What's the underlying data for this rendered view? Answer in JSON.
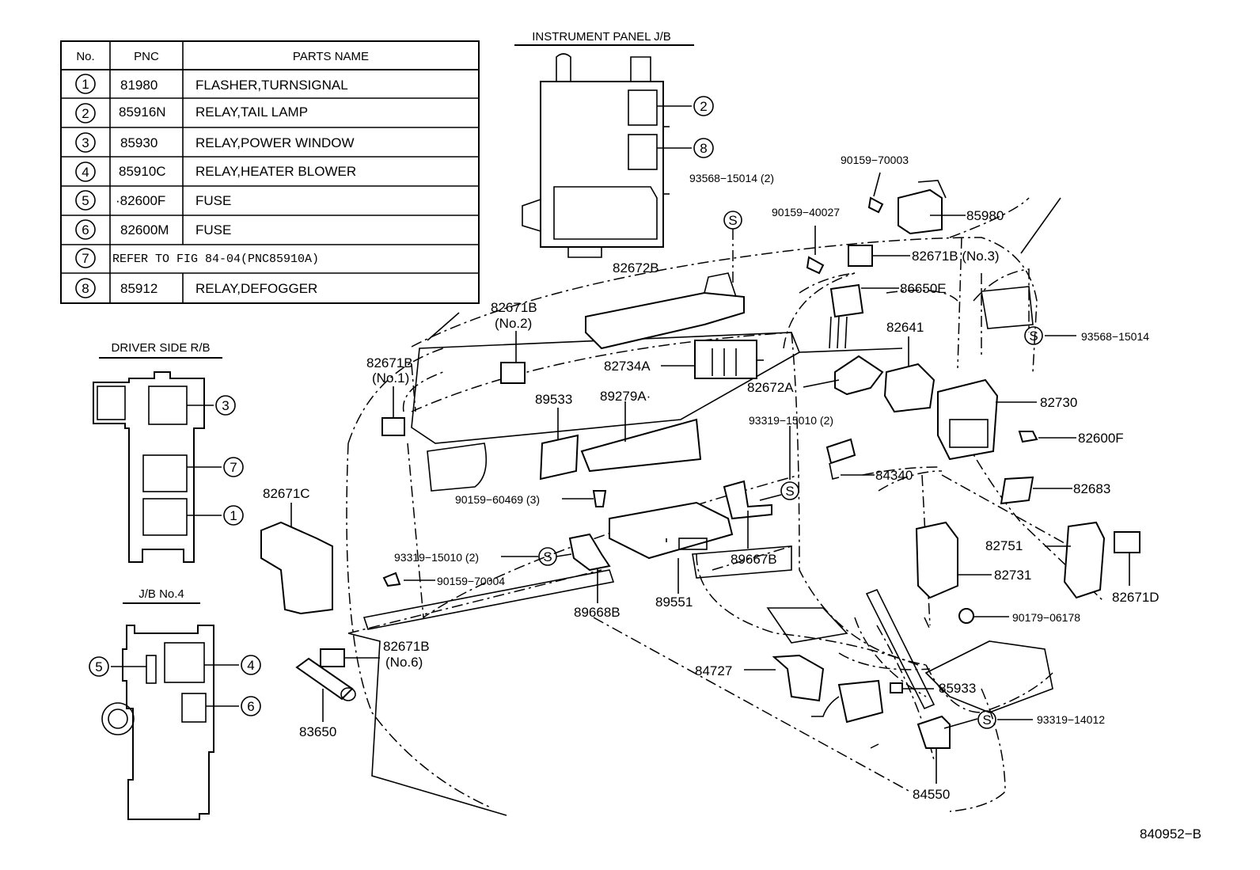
{
  "table": {
    "headers": [
      "No.",
      "PNC",
      "PARTS NAME"
    ],
    "rows": [
      {
        "no": "1",
        "pnc": "81980",
        "name": "FLASHER,TURNSIGNAL"
      },
      {
        "no": "2",
        "pnc": "85916N",
        "name": "RELAY,TAIL LAMP"
      },
      {
        "no": "3",
        "pnc": "85930",
        "name": "RELAY,POWER WINDOW"
      },
      {
        "no": "4",
        "pnc": "85910C",
        "name": "RELAY,HEATER BLOWER"
      },
      {
        "no": "5",
        "pnc": "·82600F",
        "name": "FUSE"
      },
      {
        "no": "6",
        "pnc": "82600M",
        "name": "FUSE"
      },
      {
        "no": "7",
        "pnc": "",
        "name": "",
        "refer": "REFER TO FIG 84-04(PNC85910A)"
      },
      {
        "no": "8",
        "pnc": "85912",
        "name": "RELAY,DEFOGGER"
      }
    ]
  },
  "titles": {
    "instrument_panel": "INSTRUMENT PANEL J/B",
    "driver_side": "DRIVER SIDE R/B",
    "jb_no4": "J/B No.4"
  },
  "callouts": {
    "ip_2": "2",
    "ip_8": "8",
    "ds_3": "3",
    "ds_7": "7",
    "ds_1": "1",
    "jb_5": "5",
    "jb_4": "4",
    "jb_6": "6",
    "s": "S"
  },
  "labels": {
    "l93568_15014_2": "93568−15014 (2)",
    "l90159_70003": "90159−70003",
    "l90159_40027": "90159−40027",
    "l85980": "85980",
    "l82671B_no3": "82671B (No.3)",
    "l86650E": "86650E",
    "l82672B": "82672B",
    "l82671B_no2_a": "82671B",
    "l82671B_no2_b": "(No.2)",
    "l82641": "82641",
    "l93568_15014": "93568−15014",
    "l82734A": "82734A",
    "l82672A": "82672A",
    "l82671B_no1_a": "82671B",
    "l82671B_no1_b": "(No.1)",
    "l89533": "89533",
    "l89279A": "89279A·",
    "l82730": "82730",
    "l93319_15010_2_a": "93319−15010 (2)",
    "l82600F": "82600F",
    "l84340": "84340",
    "l82683": "82683",
    "l82671C": "82671C",
    "l90159_60469_3": "90159−60469 (3)",
    "l93319_15010_2_b": "93319−15010 (2)",
    "l90159_70004": "90159−70004",
    "l89667B": "89667B",
    "l82751": "82751",
    "l82731": "82731",
    "l82671D": "82671D",
    "l89668B": "89668B",
    "l89551": "89551",
    "l90179_06178": "90179−06178",
    "l82671B_no6_a": "82671B",
    "l82671B_no6_b": "(No.6)",
    "l84727": "84727",
    "l85933": "85933",
    "l93319_14012": "93319−14012",
    "l83650": "83650",
    "l84550": "84550",
    "figure_id": "840952−B"
  }
}
